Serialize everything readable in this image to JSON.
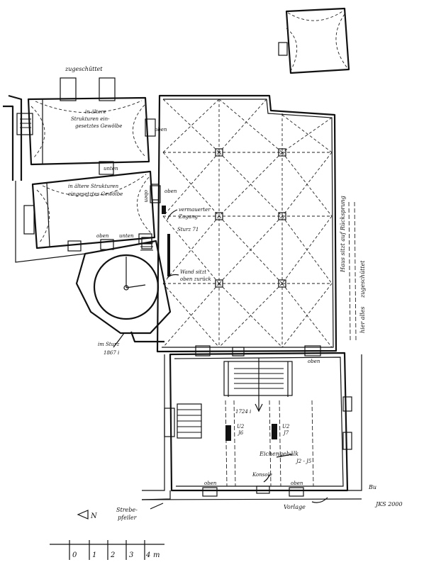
{
  "labels": {
    "zugeschuettet_top": "zugeschüttet",
    "room1_a": "in ältere",
    "room1_b": "Strukturen ein-",
    "room1_c": "gesetztes Gewölbe",
    "room2_a": "in ältere Strukturen",
    "room2_b": "eingesetztes Gewölbe",
    "oben_1": "oben",
    "oben_2": "oben",
    "oben_3": "oben",
    "oben_4": "oben",
    "oben_5": "oben",
    "oben_6": "oben",
    "oben_7": "oben",
    "unten_1": "unten",
    "unten_2": "unten",
    "vermauerter": "vermauerter",
    "zugang": "Zugang",
    "sturz_71": "Sturz 71",
    "wand_a": "Wand sitzt",
    "wand_b": "oben zurück",
    "im_sturz": "im Sturz",
    "year_1867": "1867 i",
    "haus_a": "Haus sitzt auf Rücksprung",
    "hier_alles": "hier alles",
    "zugeschuettet_right": "zugeschüttet",
    "year_1724": "1724 i",
    "u2_j6_a": "U2",
    "u2_j6_b": "J6",
    "u2_j7_a": "U2",
    "u2_j7_b": "J7",
    "eichengebaelk": "Eichengebälk",
    "j2_j5": "J2 - J5",
    "konsole": "Konsole",
    "strebe_a": "Strebe-",
    "strebe_b": "pfeiler",
    "vorlage": "Vorlage",
    "north": "N",
    "signature_a": "Bu",
    "signature_b": "JKS 2000"
  },
  "scale": {
    "ticks": [
      "0",
      "1",
      "2",
      "3",
      "4"
    ],
    "unit": "m"
  }
}
